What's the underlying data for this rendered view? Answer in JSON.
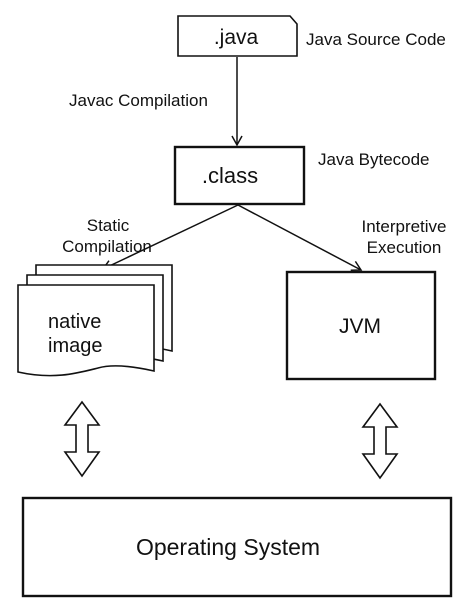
{
  "nodes": {
    "java_file": {
      "label": ".java",
      "caption": "Java Source Code"
    },
    "class_file": {
      "label": ".class",
      "caption": "Java Bytecode"
    },
    "native_image": {
      "label_line1": "native",
      "label_line2": "image"
    },
    "jvm": {
      "label": "JVM"
    },
    "os": {
      "label": "Operating System"
    }
  },
  "edges": {
    "javac": {
      "label": "Javac Compilation"
    },
    "static": {
      "label_line1": "Static",
      "label_line2": "Compilation"
    },
    "interpretive": {
      "label_line1": "Interpretive",
      "label_line2": "Execution"
    }
  },
  "colors": {
    "stroke": "#111111",
    "fill": "#ffffff"
  }
}
